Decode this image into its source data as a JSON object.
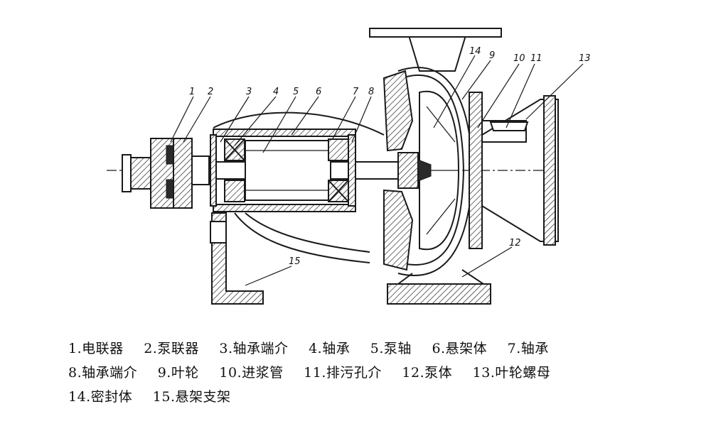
{
  "callouts": [
    "1",
    "2",
    "3",
    "4",
    "5",
    "6",
    "7",
    "8",
    "14",
    "9",
    "10",
    "11",
    "13",
    "12",
    "15"
  ],
  "legend": {
    "rows": [
      [
        "1.电联器",
        "2.泵联器",
        "3.轴承端介",
        "4.轴承",
        "5.泵轴",
        "6.悬架体",
        "7.轴承"
      ],
      [
        "8.轴承端介",
        "9.叶轮",
        "10.进浆管",
        "11.排污孔介",
        "12.泵体",
        "13.叶轮螺母"
      ],
      [
        "14.密封体",
        "15.悬架支架"
      ]
    ]
  }
}
